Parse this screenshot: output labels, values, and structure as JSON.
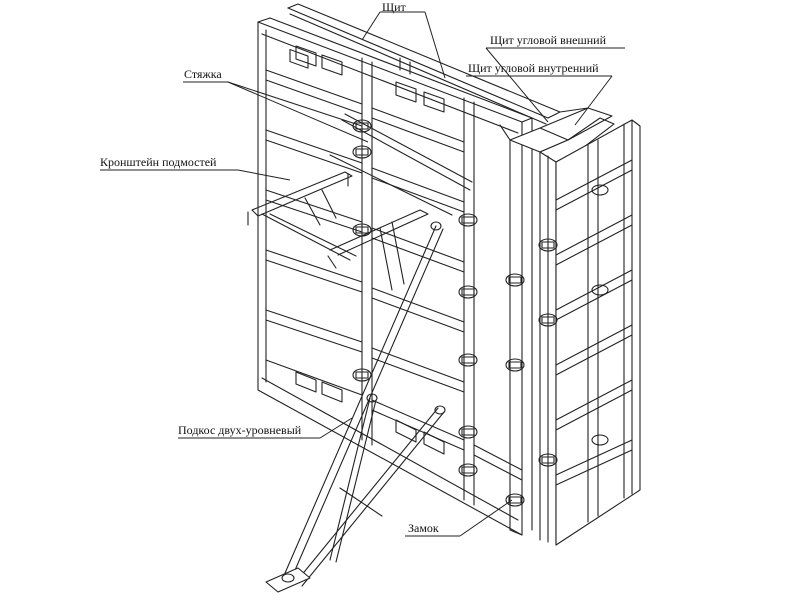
{
  "labels": {
    "shchit": "Щит",
    "shchit_uglovoy_vneshniy": "Щит угловой внешний",
    "shchit_uglovoy_vnutrenniy": "Щит угловой внутренний",
    "styazhka": "Стяжка",
    "kronshteyn": "Кронштейн подмостей",
    "podkos": "Подкос двух-уровневый",
    "zamok": "Замок"
  },
  "colors": {
    "line": "#222222",
    "background": "#ffffff"
  }
}
